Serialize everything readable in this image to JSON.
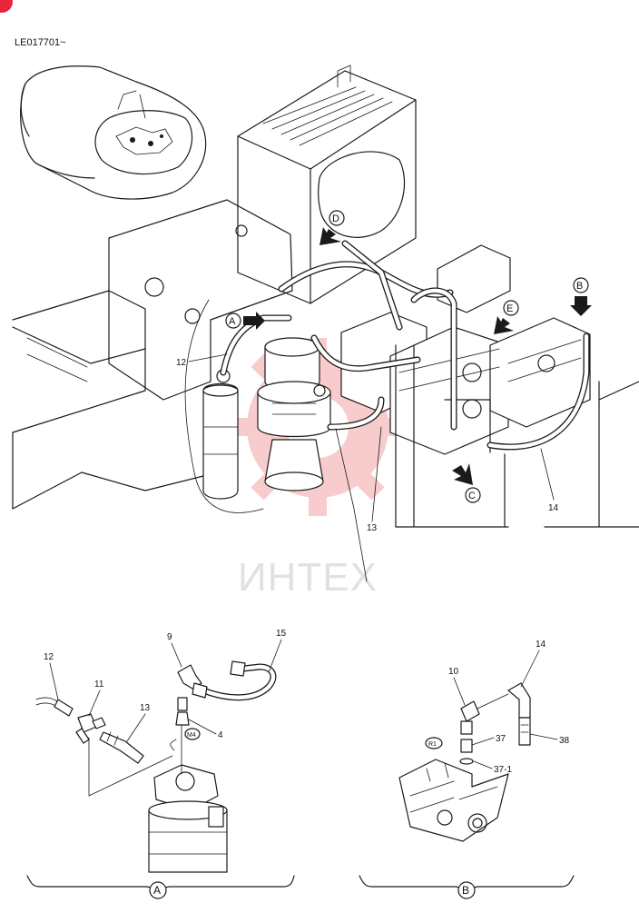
{
  "header": {
    "serial_range": "LE017701~"
  },
  "watermark": {
    "text": "ИНТЕХ",
    "color": "#f4a3a3"
  },
  "corner_badge": {
    "color": "#e8253a"
  },
  "main_view": {
    "callouts": {
      "c12": "12",
      "c13": "13",
      "c14": "14"
    },
    "view_markers": {
      "A": "A",
      "B": "B",
      "C": "C",
      "D": "D",
      "E": "E"
    }
  },
  "detail_a": {
    "title": "A",
    "callouts": {
      "c12": "12",
      "c11": "11",
      "c13": "13",
      "c9": "9",
      "c15": "15",
      "c4": "4"
    },
    "tag": "M4"
  },
  "detail_b": {
    "title": "B",
    "callouts": {
      "c10": "10",
      "c14": "14",
      "c37": "37",
      "c37_1": "37-1",
      "c38": "38"
    },
    "tag": "R1"
  }
}
